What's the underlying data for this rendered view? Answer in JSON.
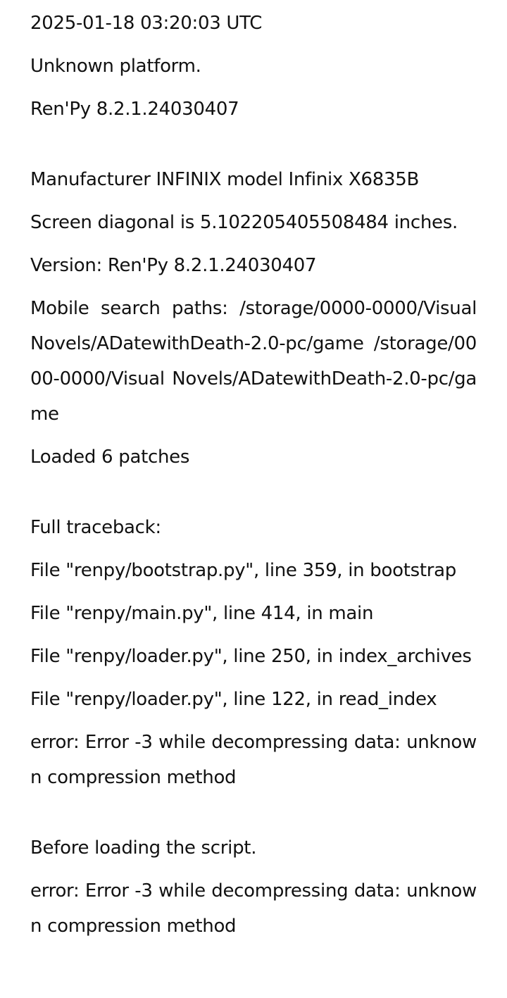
{
  "log": {
    "timestamp": "2025-01-18 03:20:03 UTC",
    "platform": "Unknown platform.",
    "renpy_version": "Ren'Py 8.2.1.24030407",
    "manufacturer": "Manufacturer INFINIX model Infinix X6835B",
    "screen_diagonal": "Screen diagonal is 5.102205405508484 inches.",
    "version": "Version: Ren'Py 8.2.1.24030407",
    "search_paths": "Mobile search paths: /storage/0000-0000/Visual Novels/ADatewithDeath-2.0-pc/game /storage/0000-0000/Visual Novels/ADatewithDeath-2.0-pc/game",
    "patches": "Loaded 6 patches",
    "traceback_header": "Full traceback:",
    "traceback": [
      "File \"renpy/bootstrap.py\", line 359, in bootstrap",
      "File \"renpy/main.py\", line 414, in main",
      "File \"renpy/loader.py\", line 250, in index_archives",
      "File \"renpy/loader.py\", line 122, in read_index"
    ],
    "error_1": "error: Error -3 while decompressing data: unknown compression method",
    "context": "Before loading the script.",
    "error_2": "error: Error -3 while decompressing data: unknown compression method"
  }
}
